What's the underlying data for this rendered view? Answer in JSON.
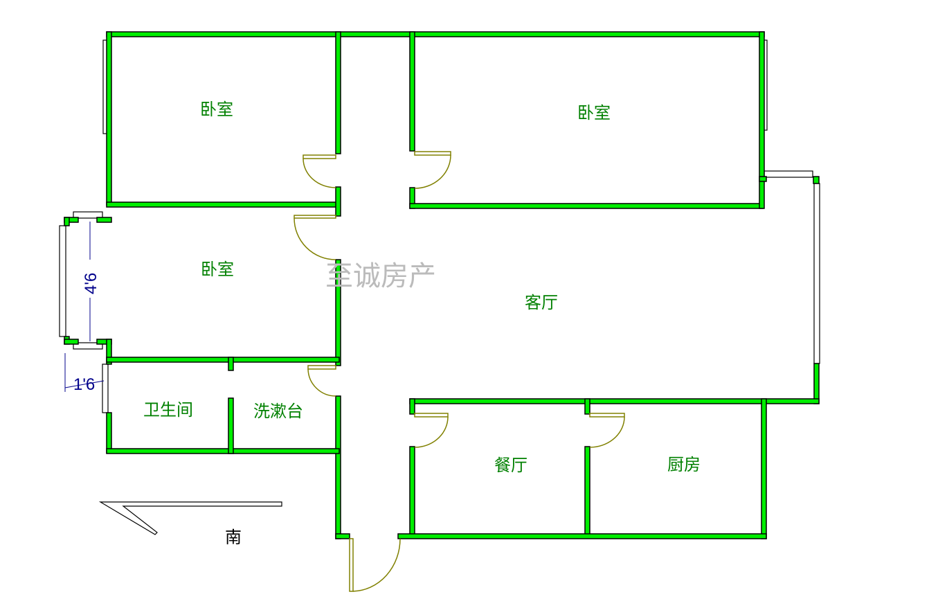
{
  "rooms": {
    "bedroom_1": "卧室",
    "bedroom_2": "卧室",
    "bedroom_3": "卧室",
    "living_room": "客厅",
    "bathroom": "卫生间",
    "washbasin": "洗漱台",
    "dining_room": "餐厅",
    "kitchen": "厨房"
  },
  "dimensions": {
    "window_left": "4'6",
    "window_bath": "1'6"
  },
  "compass": {
    "label": "南"
  },
  "watermark": "至诚房产",
  "colors": {
    "wall": "#00ee00",
    "room_text": "#008000",
    "dimension": "#00008b",
    "door": "#808000"
  }
}
